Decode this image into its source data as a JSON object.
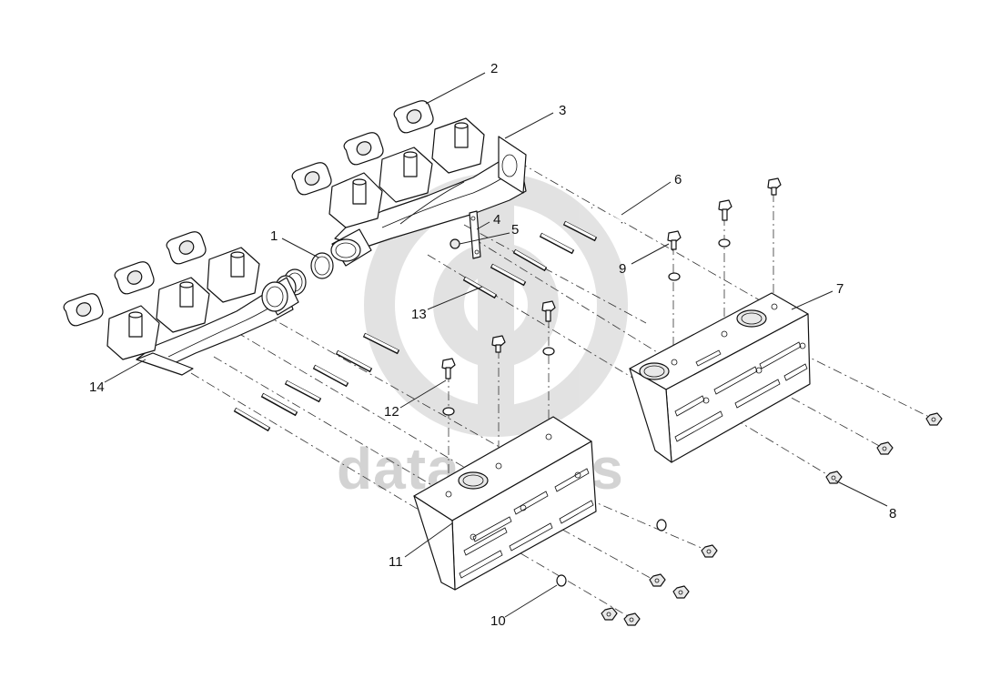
{
  "watermark": {
    "text": "data parts"
  },
  "callouts": [
    {
      "id": "c1",
      "label": "1"
    },
    {
      "id": "c2",
      "label": "2"
    },
    {
      "id": "c3",
      "label": "3"
    },
    {
      "id": "c4",
      "label": "4"
    },
    {
      "id": "c5",
      "label": "5"
    },
    {
      "id": "c6",
      "label": "6"
    },
    {
      "id": "c7",
      "label": "7"
    },
    {
      "id": "c8",
      "label": "8"
    },
    {
      "id": "c9",
      "label": "9"
    },
    {
      "id": "c10",
      "label": "10"
    },
    {
      "id": "c11",
      "label": "11"
    },
    {
      "id": "c12",
      "label": "12"
    },
    {
      "id": "c13",
      "label": "13"
    },
    {
      "id": "c14",
      "label": "14"
    }
  ]
}
